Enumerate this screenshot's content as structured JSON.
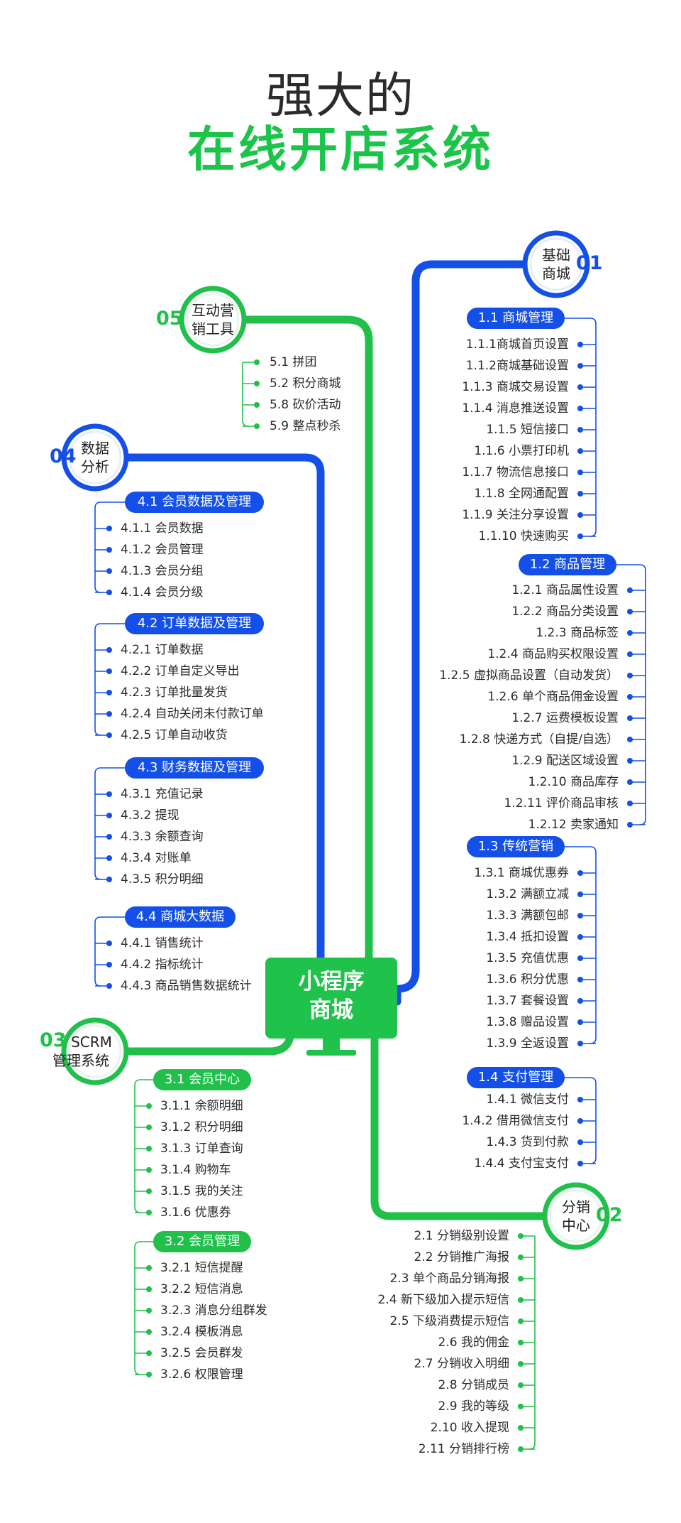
{
  "title": {
    "line1": "强大的",
    "line2": "在线开店系统"
  },
  "center": {
    "label_line1": "小程序",
    "label_line2": "商城"
  },
  "colors": {
    "blue": "#1450e8",
    "green": "#20c04a",
    "text": "#2b2b2b"
  },
  "branches": {
    "b01": {
      "num": "01",
      "label_line1": "基础",
      "label_line2": "商城",
      "groups": [
        {
          "title": "1.1 商城管理",
          "items": [
            "1.1.1商城首页设置",
            "1.1.2商城基础设置",
            "1.1.3 商城交易设置",
            "1.1.4 消息推送设置",
            "1.1.5 短信接口",
            "1.1.6 小票打印机",
            "1.1.7 物流信息接口",
            "1.1.8 全网通配置",
            "1.1.9 关注分享设置",
            "1.1.10 快速购买"
          ]
        },
        {
          "title": "1.2 商品管理",
          "items": [
            "1.2.1 商品属性设置",
            "1.2.2 商品分类设置",
            "1.2.3 商品标签",
            "1.2.4 商品购买权限设置",
            "1.2.5 虚拟商品设置（自动发货）",
            "1.2.6 单个商品佣金设置",
            "1.2.7 运费模板设置",
            "1.2.8 快递方式（自提/自选）",
            "1.2.9 配送区域设置",
            "1.2.10 商品库存",
            "1.2.11 评价商品审核",
            "1.2.12 卖家通知"
          ]
        },
        {
          "title": "1.3 传统营销",
          "items": [
            "1.3.1 商城优惠券",
            "1.3.2 满额立减",
            "1.3.3 满额包邮",
            "1.3.4 抵扣设置",
            "1.3.5 充值优惠",
            "1.3.6 积分优惠",
            "1.3.7 套餐设置",
            "1.3.8 赠品设置",
            "1.3.9 全返设置"
          ]
        },
        {
          "title": "1.4 支付管理",
          "items": [
            "1.4.1 微信支付",
            "1.4.2 借用微信支付",
            "1.4.3 货到付款",
            "1.4.4 支付宝支付"
          ]
        }
      ]
    },
    "b02": {
      "num": "02",
      "label_line1": "分销",
      "label_line2": "中心",
      "items": [
        "2.1 分销级别设置",
        "2.2 分销推广海报",
        "2.3 单个商品分销海报",
        "2.4 新下级加入提示短信",
        "2.5 下级消费提示短信",
        "2.6 我的佣金",
        "2.7 分销收入明细",
        "2.8 分销成员",
        "2.9 我的等级",
        "2.10 收入提现",
        "2.11 分销排行榜"
      ]
    },
    "b03": {
      "num": "03",
      "label_line1": "SCRM",
      "label_line2": "管理系统",
      "groups": [
        {
          "title": "3.1 会员中心",
          "items": [
            "3.1.1 余额明细",
            "3.1.2 积分明细",
            "3.1.3 订单查询",
            "3.1.4 购物车",
            "3.1.5 我的关注",
            "3.1.6 优惠券"
          ]
        },
        {
          "title": "3.2 会员管理",
          "items": [
            "3.2.1 短信提醒",
            "3.2.2 短信消息",
            "3.2.3 消息分组群发",
            "3.2.4 模板消息",
            "3.2.5 会员群发",
            "3.2.6 权限管理"
          ]
        }
      ]
    },
    "b04": {
      "num": "04",
      "label_line1": "数据",
      "label_line2": "分析",
      "groups": [
        {
          "title": "4.1 会员数据及管理",
          "items": [
            "4.1.1 会员数据",
            "4.1.2 会员管理",
            "4.1.3 会员分组",
            "4.1.4 会员分级"
          ]
        },
        {
          "title": "4.2 订单数据及管理",
          "items": [
            "4.2.1 订单数据",
            "4.2.2 订单自定义导出",
            "4.2.3 订单批量发货",
            "4.2.4 自动关闭未付款订单",
            "4.2.5 订单自动收货"
          ]
        },
        {
          "title": "4.3 财务数据及管理",
          "items": [
            "4.3.1 充值记录",
            "4.3.2 提现",
            "4.3.3 余额查询",
            "4.3.4 对账单",
            "4.3.5 积分明细"
          ]
        },
        {
          "title": "4.4 商城大数据",
          "items": [
            "4.4.1 销售统计",
            "4.4.2 指标统计",
            "4.4.3 商品销售数据统计"
          ]
        }
      ]
    },
    "b05": {
      "num": "05",
      "label_line1": "互动营",
      "label_line2": "销工具",
      "items": [
        "5.1 拼团",
        "5.2 积分商城",
        "5.8 砍价活动",
        "5.9 整点秒杀"
      ]
    }
  }
}
